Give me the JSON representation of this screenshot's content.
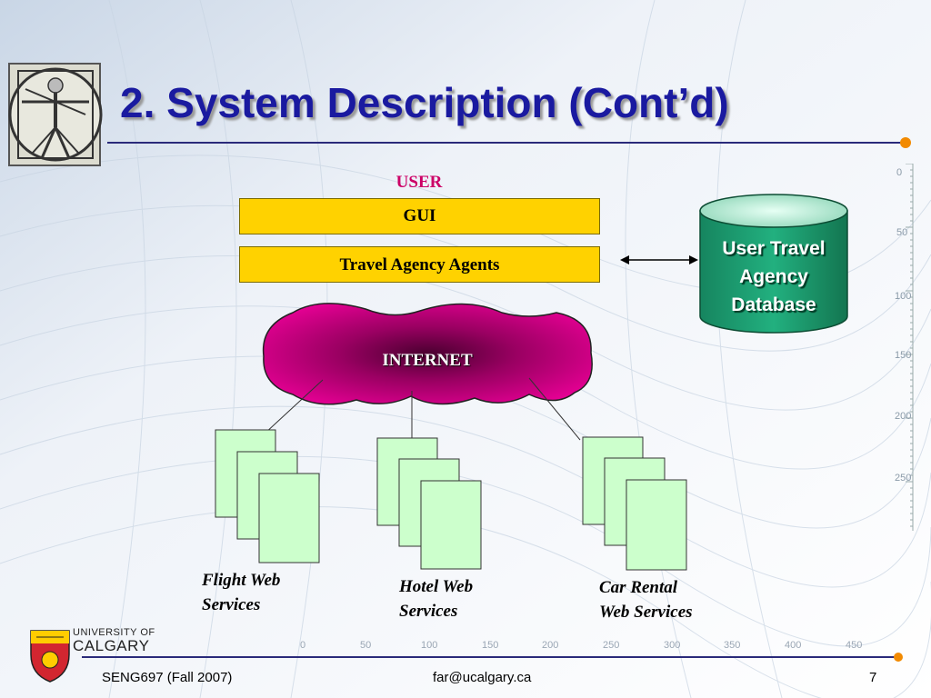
{
  "slide": {
    "title": "2. System Description (Cont’d)"
  },
  "diagram": {
    "user_label": "USER",
    "gui_label": "GUI",
    "agents_label": "Travel Agency Agents",
    "database_label_lines": [
      "User Travel",
      "Agency",
      "Database"
    ],
    "internet_label": "INTERNET",
    "flight_label_lines": [
      "Flight Web",
      "Services"
    ],
    "hotel_label_lines": [
      "Hotel Web",
      "Services"
    ],
    "car_label_lines": [
      "Car Rental",
      "Web Services"
    ]
  },
  "ruler": {
    "vertical_ticks": [
      "0",
      "50",
      "100",
      "150",
      "200",
      "250"
    ],
    "horizontal_ticks": [
      "0",
      "50",
      "100",
      "150",
      "200",
      "250",
      "300",
      "350",
      "400",
      "450"
    ]
  },
  "logo": {
    "line1": "UNIVERSITY OF",
    "line2": "CALGARY"
  },
  "footer": {
    "course": "SENG697 (Fall 2007)",
    "email": "far@ucalgary.ca",
    "page": "7"
  },
  "colors": {
    "title": "#1a1aa0",
    "user_label": "#cc0066",
    "box_fill": "#ffd200",
    "database_fill": "#1fa37a",
    "cloud_fill": "#c0007a",
    "doc_fill": "#ccffcc",
    "accent_orange": "#f28a00"
  }
}
